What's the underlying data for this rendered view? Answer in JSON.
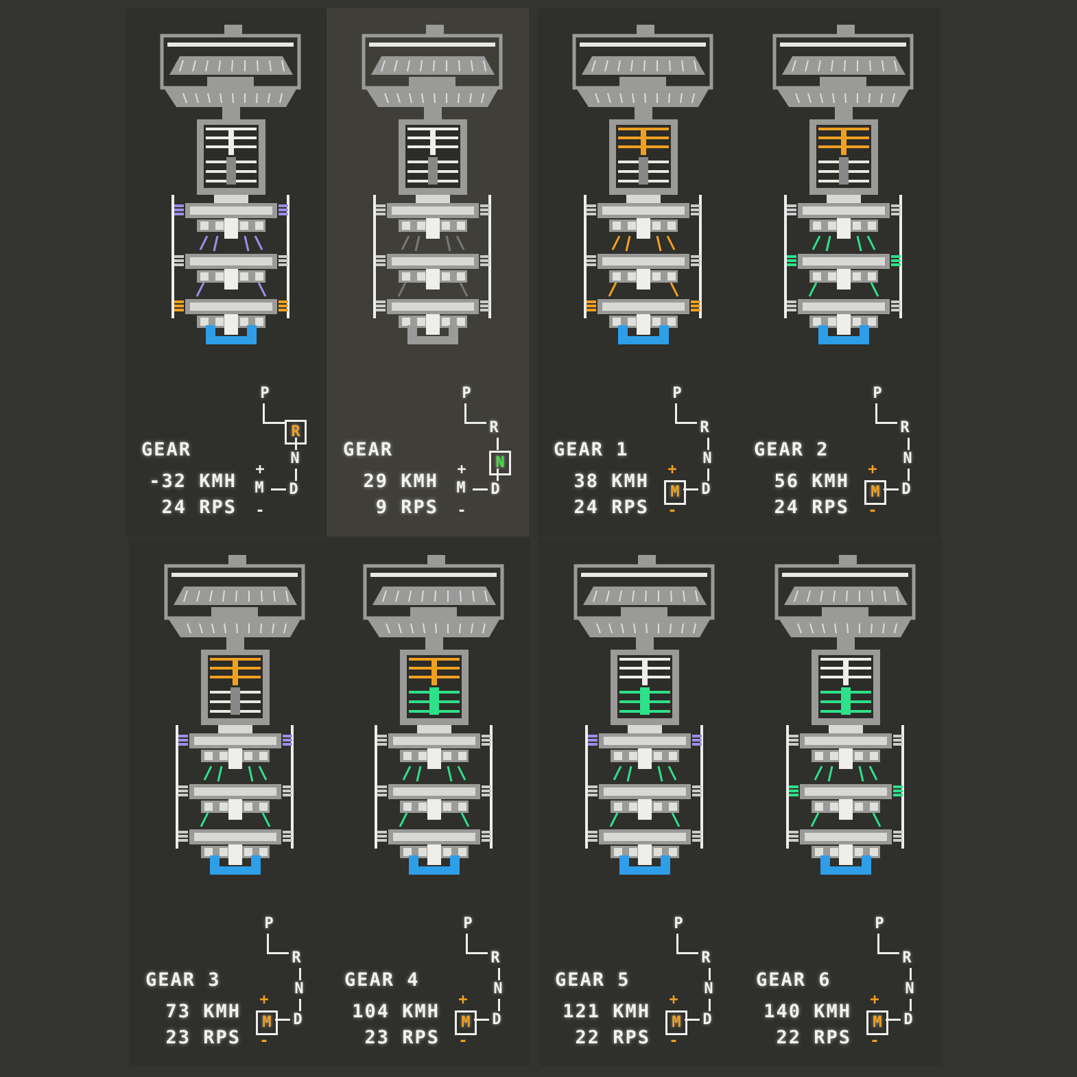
{
  "colors": {
    "orange": "#f0a020",
    "green": "#2fe08a",
    "purple": "#9a90e8",
    "blue": "#2f9ee8",
    "grey": "#9a9a98",
    "white": "#eeeeee",
    "neutral_green": "#3fe040"
  },
  "shifter_labels": {
    "park": "P",
    "reverse": "R",
    "neutral": "N",
    "drive": "D",
    "manual": "M",
    "plus": "+",
    "minus": "-"
  },
  "panels": [
    {
      "gear": "GEAR",
      "speed": "-32 KMH",
      "rps": "24 RPS",
      "selected": "R",
      "selected_color": "#f0a020",
      "pm_color": "#eeeeee",
      "planet_top": "#eeeeee",
      "planet_mid": "#888888",
      "clutch1": "#9a90e8",
      "clutch2": "#cccccc",
      "clutch3": "#f0a020",
      "links": "#9a90e8",
      "output": "#2f9ee8",
      "active": false
    },
    {
      "gear": "GEAR",
      "speed": "29 KMH",
      "rps": "9 RPS",
      "selected": "N",
      "selected_color": "#3fe040",
      "pm_color": "#eeeeee",
      "planet_top": "#eeeeee",
      "planet_mid": "#888888",
      "clutch1": "#cccccc",
      "clutch2": "#cccccc",
      "clutch3": "#cccccc",
      "links": "#777777",
      "output": "#9a9a98",
      "active": true
    },
    {
      "gear": "GEAR 1",
      "speed": "38 KMH",
      "rps": "24 RPS",
      "selected": "M",
      "selected_color": "#f0a020",
      "pm_color": "#f0a020",
      "planet_top": "#f0a020",
      "planet_mid": "#888888",
      "clutch1": "#cccccc",
      "clutch2": "#cccccc",
      "clutch3": "#f0a020",
      "links": "#f0a020",
      "output": "#2f9ee8",
      "active": false
    },
    {
      "gear": "GEAR 2",
      "speed": "56 KMH",
      "rps": "24 RPS",
      "selected": "M",
      "selected_color": "#f0a020",
      "pm_color": "#f0a020",
      "planet_top": "#f0a020",
      "planet_mid": "#888888",
      "clutch1": "#cccccc",
      "clutch2": "#2fe08a",
      "clutch3": "#cccccc",
      "links": "#2fe08a",
      "output": "#2f9ee8",
      "active": false
    },
    {
      "gear": "GEAR 3",
      "speed": "73 KMH",
      "rps": "23 RPS",
      "selected": "M",
      "selected_color": "#f0a020",
      "pm_color": "#f0a020",
      "planet_top": "#f0a020",
      "planet_mid": "#888888",
      "clutch1": "#9a90e8",
      "clutch2": "#cccccc",
      "clutch3": "#cccccc",
      "links": "#2fe08a",
      "output": "#2f9ee8",
      "active": false
    },
    {
      "gear": "GEAR 4",
      "speed": "104 KMH",
      "rps": "23 RPS",
      "selected": "M",
      "selected_color": "#f0a020",
      "pm_color": "#f0a020",
      "planet_top": "#f0a020",
      "planet_mid": "#2fe08a",
      "clutch1": "#cccccc",
      "clutch2": "#cccccc",
      "clutch3": "#cccccc",
      "links": "#2fe08a",
      "output": "#2f9ee8",
      "active": false
    },
    {
      "gear": "GEAR 5",
      "speed": "121 KMH",
      "rps": "22 RPS",
      "selected": "M",
      "selected_color": "#f0a020",
      "pm_color": "#f0a020",
      "planet_top": "#eeeeee",
      "planet_mid": "#2fe08a",
      "clutch1": "#9a90e8",
      "clutch2": "#cccccc",
      "clutch3": "#cccccc",
      "links": "#2fe08a",
      "output": "#2f9ee8",
      "active": false
    },
    {
      "gear": "GEAR 6",
      "speed": "140 KMH",
      "rps": "22 RPS",
      "selected": "M",
      "selected_color": "#f0a020",
      "pm_color": "#f0a020",
      "planet_top": "#eeeeee",
      "planet_mid": "#2fe08a",
      "clutch1": "#cccccc",
      "clutch2": "#2fe08a",
      "clutch3": "#cccccc",
      "links": "#2fe08a",
      "output": "#2f9ee8",
      "active": false
    }
  ]
}
